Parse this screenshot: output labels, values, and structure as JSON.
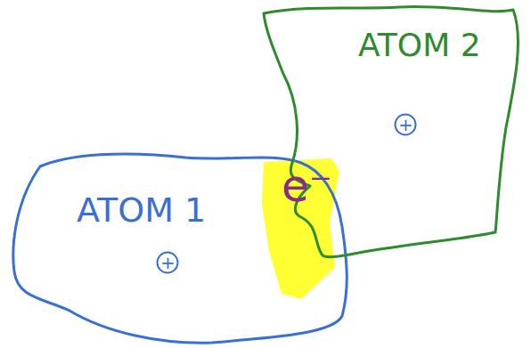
{
  "diagram": {
    "nodes": [
      {
        "text": [
          "ATOM 1"
        ]
      },
      {
        "text": [
          "+"
        ],
        "in": 0
      },
      {
        "text": [
          "ATOM 2"
        ]
      },
      {
        "text": [
          "+"
        ],
        "in": 2
      }
    ],
    "labels": [
      "e⁻"
    ]
  }
}
